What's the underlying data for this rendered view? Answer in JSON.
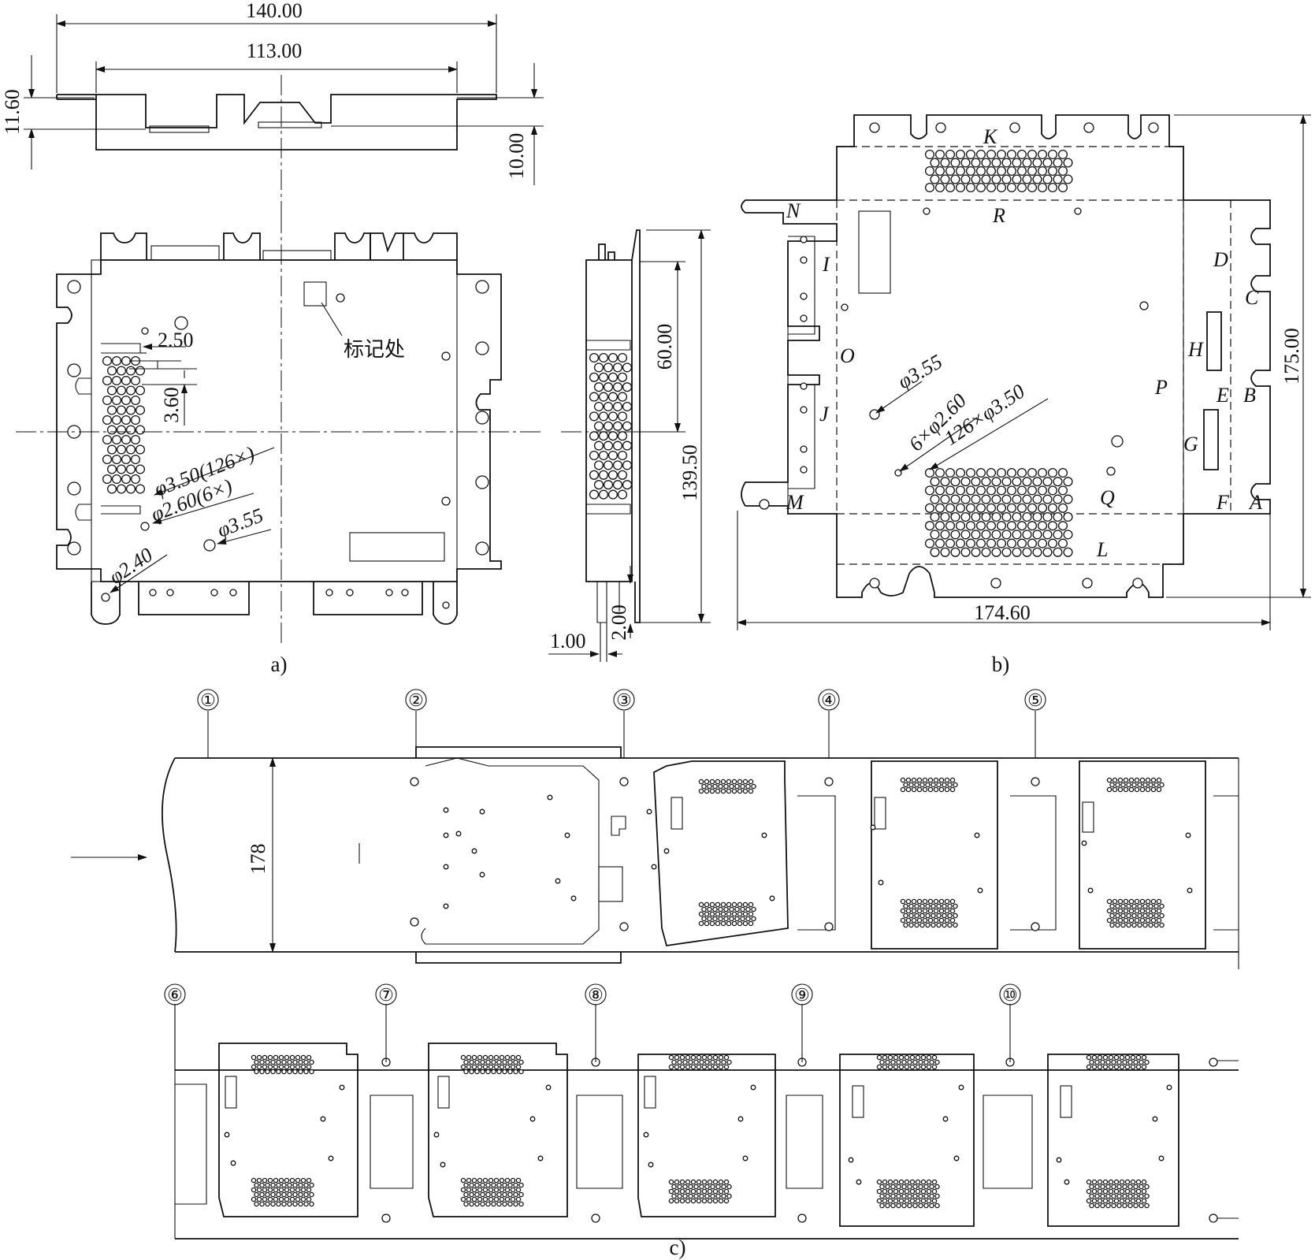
{
  "view_a": {
    "caption": "a)",
    "dimensions": [
      "140.00",
      "113.00",
      "11.60",
      "10.00",
      "2.50",
      "3.60",
      "60.00",
      "139.50",
      "1.00",
      "2.00"
    ],
    "hole_callouts": [
      "φ3.50(126×)",
      "φ2.60(6×)",
      "φ3.55",
      "φ2.40"
    ],
    "mark_label": "标记处"
  },
  "view_b": {
    "caption": "b)",
    "dimensions": [
      "175.00",
      "174.60"
    ],
    "hole_callouts": [
      "φ3.55",
      "6×φ2.60",
      "126×φ3.50"
    ],
    "zone_labels": [
      "K",
      "R",
      "N",
      "I",
      "O",
      "J",
      "M",
      "L",
      "Q",
      "P",
      "D",
      "C",
      "H",
      "E",
      "B",
      "G",
      "F",
      "A"
    ]
  },
  "view_c": {
    "caption": "c)",
    "width_dimension": "178",
    "stations_row1": [
      "①",
      "②",
      "③",
      "④",
      "⑤"
    ],
    "stations_row2": [
      "⑥",
      "⑦",
      "⑧",
      "⑨",
      "⑩"
    ]
  }
}
